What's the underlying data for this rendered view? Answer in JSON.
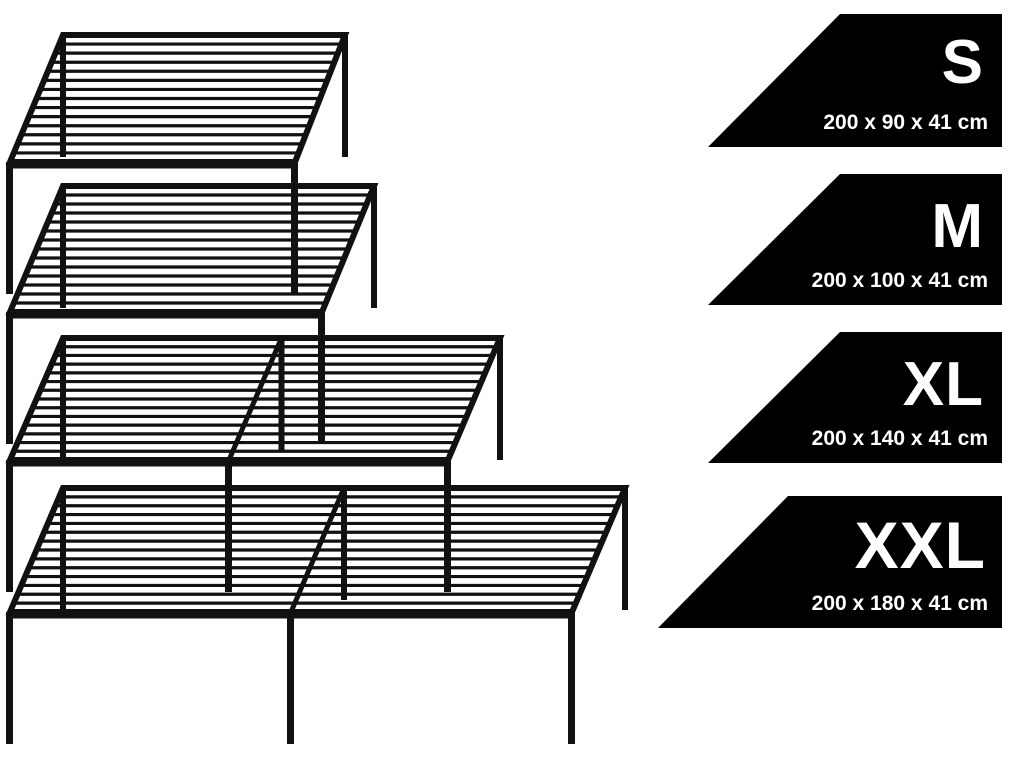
{
  "sizes": [
    {
      "code": "S",
      "dimensions": "200 x 90 x 41 cm"
    },
    {
      "code": "M",
      "dimensions": "200 x 100 x 41 cm"
    },
    {
      "code": "XL",
      "dimensions": "200 x 140 x 41 cm"
    },
    {
      "code": "XXL",
      "dimensions": "200 x 180 x 41 cm"
    }
  ],
  "colors": {
    "frame": "#111111",
    "label_bg": "#000000",
    "label_text": "#ffffff",
    "background": "#ffffff"
  }
}
